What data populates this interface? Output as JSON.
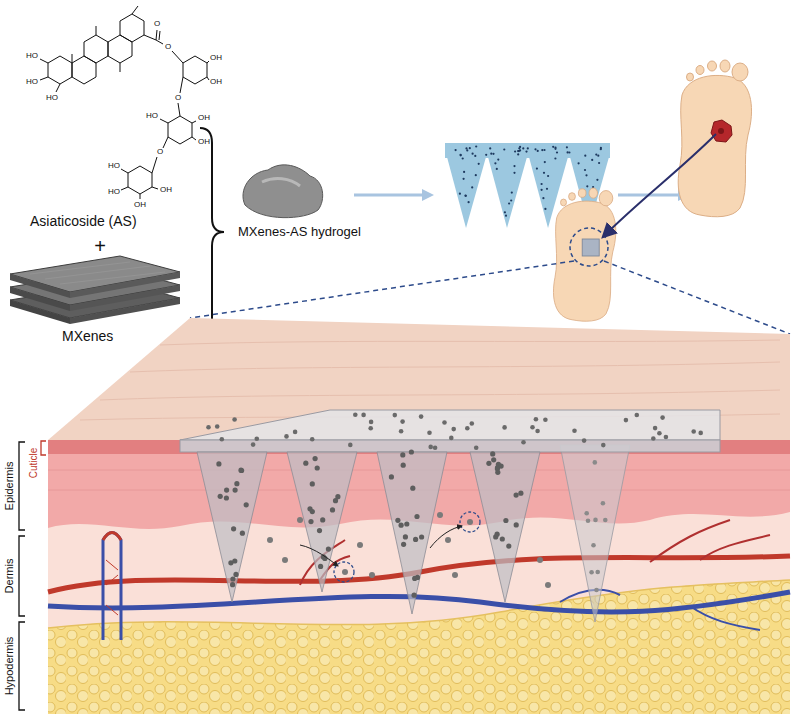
{
  "diagram": {
    "labels": [
      "HO",
      "HO",
      "HO",
      "O",
      "O",
      "OH",
      "OH",
      "O",
      "OH",
      "OH",
      "HO",
      "O",
      "OH",
      "HO",
      "HO",
      "OH",
      "Asiaticoside (AS)",
      "+",
      "MXenes",
      "MXenes-AS hydrogel",
      "Cuticle",
      "Epidermis",
      "Dermis",
      "Hypodermis"
    ]
  }
}
